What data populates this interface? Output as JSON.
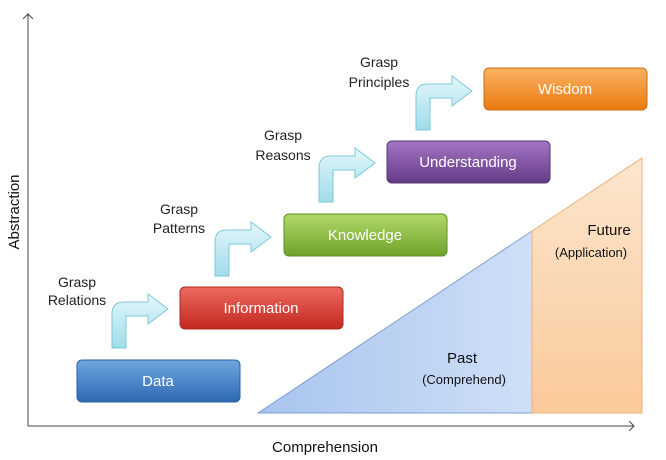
{
  "axes": {
    "x_label": "Comprehension",
    "y_label": "Abstraction"
  },
  "steps": [
    {
      "label": "Data",
      "color": "#3b7dc4",
      "arrow_label_line1": "Grasp",
      "arrow_label_line2": "Relations"
    },
    {
      "label": "Information",
      "color": "#d43b33",
      "arrow_label_line1": "Grasp",
      "arrow_label_line2": "Patterns"
    },
    {
      "label": "Knowledge",
      "color": "#86b73a",
      "arrow_label_line1": "Grasp",
      "arrow_label_line2": "Reasons"
    },
    {
      "label": "Understanding",
      "color": "#7d4b9e",
      "arrow_label_line1": "Grasp",
      "arrow_label_line2": "Principles"
    },
    {
      "label": "Wisdom",
      "color": "#f28a1e"
    }
  ],
  "past": {
    "title": "Past",
    "subtitle": "(Comprehend)",
    "color": "#b9d0f2"
  },
  "future": {
    "title": "Future",
    "subtitle": "(Application)",
    "color": "#fbd9b6"
  }
}
